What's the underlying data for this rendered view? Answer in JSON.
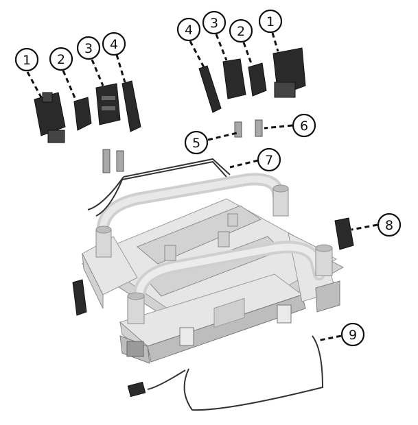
{
  "callouts": {
    "left_1": "1",
    "left_2": "2",
    "left_3": "3",
    "left_4": "4",
    "right_4": "4",
    "right_3": "3",
    "right_2": "2",
    "right_1": "1",
    "c5": "5",
    "c6": "6",
    "c7": "7",
    "c8": "8",
    "c9": "9"
  }
}
